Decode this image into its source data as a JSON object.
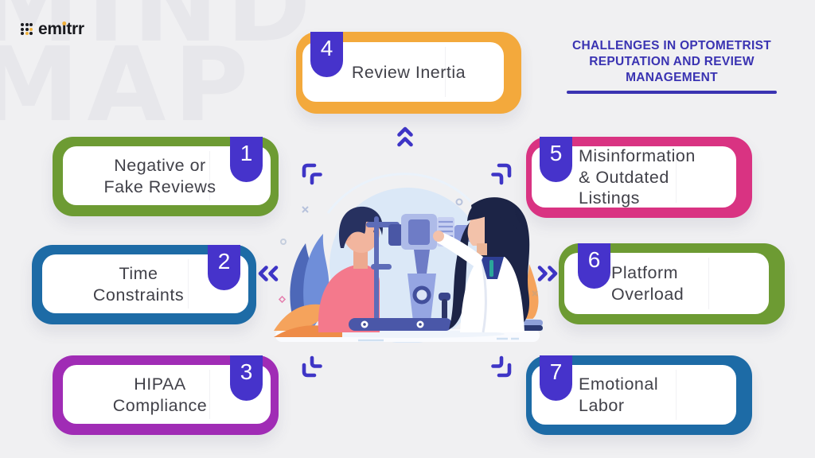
{
  "logo": {
    "text": "emitrr",
    "part1": "em",
    "part2": "i",
    "part3": "trr"
  },
  "watermark": {
    "line1": "MIND",
    "line2": "MAP"
  },
  "title": {
    "line1": "CHALLENGES IN OPTOMETRIST",
    "line2": "REPUTATION AND REVIEW",
    "line3": "MANAGEMENT",
    "color": "#3a33b2"
  },
  "nodes": [
    {
      "number": "1",
      "lines": [
        "Negative or",
        "Fake Reviews"
      ],
      "border_color": "#6d9b33"
    },
    {
      "number": "2",
      "lines": [
        "Time",
        "Constraints"
      ],
      "border_color": "#1d6ba6"
    },
    {
      "number": "3",
      "lines": [
        "HIPAA",
        "Compliance"
      ],
      "border_color": "#a02cb5"
    },
    {
      "number": "4",
      "lines": [
        "Review Inertia"
      ],
      "border_color": "#f3a93c"
    },
    {
      "number": "5",
      "lines": [
        "Misinformation",
        "& Outdated",
        "Listings"
      ],
      "border_color": "#d93382"
    },
    {
      "number": "6",
      "lines": [
        "Platform",
        "Overload"
      ],
      "border_color": "#6d9b33"
    },
    {
      "number": "7",
      "lines": [
        "Emotional",
        "Labor"
      ],
      "border_color": "#1d6ba6"
    }
  ],
  "colors": {
    "background": "#f0f0f2",
    "watermark": "#e7e7eb",
    "badge": "#4633cb",
    "arrow": "#3e35c6",
    "node_text": "#414149",
    "node_bg": "#ffffff",
    "title": "#3a33b2",
    "logo_accent": "#f0b13c",
    "orange": "#f3a93c",
    "green": "#6d9b33",
    "blue": "#1d6ba6",
    "purple": "#a02cb5",
    "pink": "#d93382"
  },
  "illustration": {
    "description": "optometrist examining patient with slit lamp"
  }
}
